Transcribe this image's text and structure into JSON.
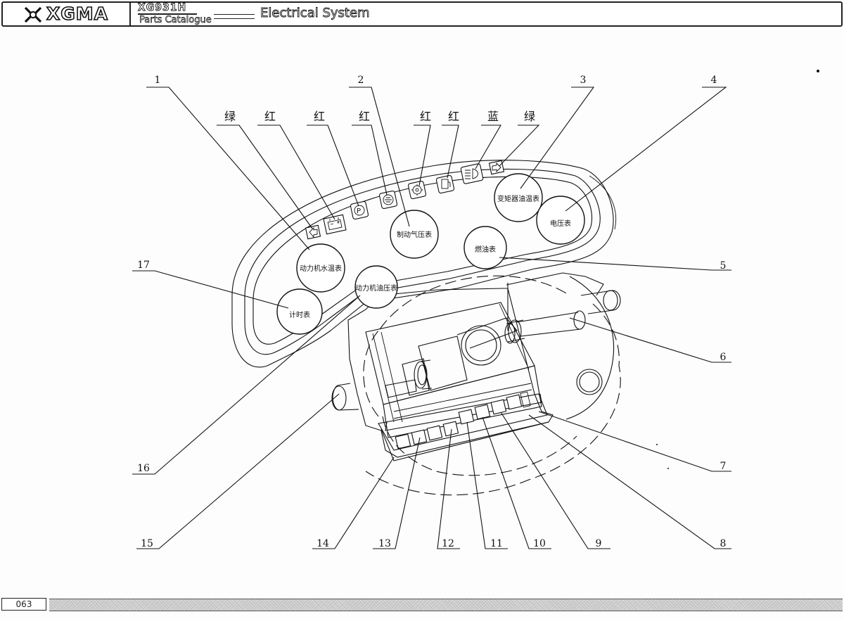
{
  "header": {
    "brand": "XGMA",
    "model": "XG931H",
    "catalogue": "Parts Catalogue",
    "section_title": "Electrical System"
  },
  "footer": {
    "page_number": "063"
  },
  "diagram": {
    "callouts": [
      "1",
      "2",
      "3",
      "4",
      "5",
      "6",
      "7",
      "8",
      "9",
      "10",
      "11",
      "12",
      "13",
      "14",
      "15",
      "16",
      "17"
    ],
    "lamp_colors": [
      "绿",
      "红",
      "红",
      "红",
      "红",
      "红",
      "蓝",
      "绿"
    ],
    "gauges": {
      "engine_water_temp": "动力机水温表",
      "brake_air_pressure": "制动气压表",
      "converter_oil_temp": "变矩器油温表",
      "voltmeter": "电压表",
      "fuel_gauge": "燃油表",
      "engine_oil_pressure": "动力机油压表",
      "hour_meter": "计时表"
    },
    "icons": [
      "left-turn-icon",
      "battery-icon",
      "parking-brake-icon",
      "brake-warning-icon",
      "oil-pressure-icon",
      "fuel-icon",
      "high-beam-icon",
      "right-turn-icon"
    ]
  }
}
